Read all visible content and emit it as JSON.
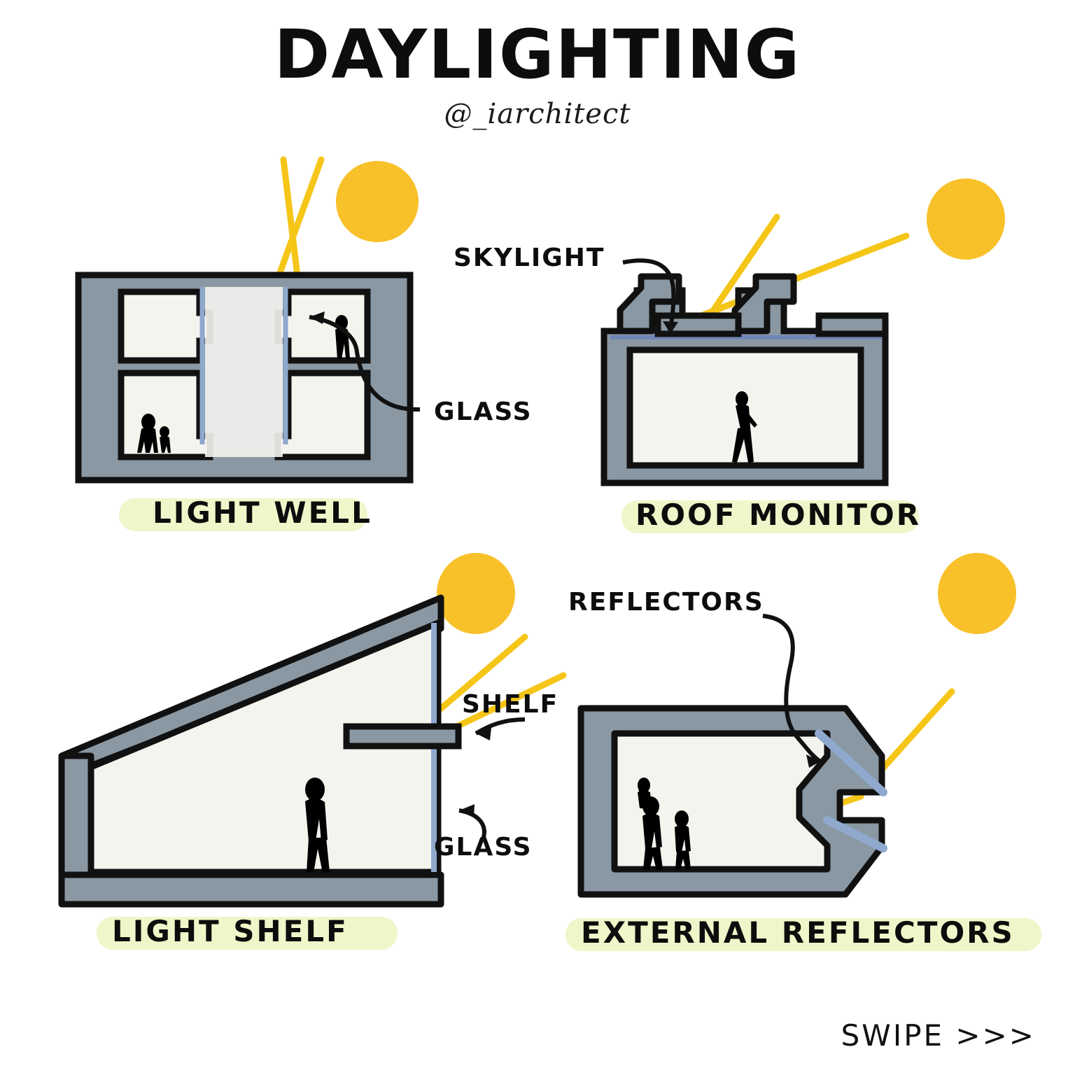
{
  "header": {
    "title": "DAYLIGHTING",
    "handle": "@_iarchitect"
  },
  "footer": {
    "swipe": "SWIPE >>>"
  },
  "colors": {
    "background": "#ffffff",
    "wall_fill": "#8a98a3",
    "wall_stroke": "#111111",
    "interior_fill": "#f4f4ef",
    "sun": "#f8c12a",
    "ray": "#f5c518",
    "glass": "#8fa8ce",
    "caption_highlight": "#f0f6c9",
    "ink": "#0d0d0d",
    "figure": "#000000"
  },
  "diagrams": [
    {
      "id": "light-well",
      "caption": "LIGHT WELL",
      "labels": [
        "GLASS"
      ],
      "sun": true,
      "rays": 2,
      "figures": [
        "adult-and-child",
        "standing-person"
      ]
    },
    {
      "id": "roof-monitor",
      "caption": "ROOF MONITOR",
      "labels": [
        "SKYLIGHT"
      ],
      "sun": true,
      "rays": 2,
      "figures": [
        "walking-person"
      ]
    },
    {
      "id": "light-shelf",
      "caption": "LIGHT SHELF",
      "labels": [
        "SHELF",
        "GLASS"
      ],
      "sun": true,
      "rays": 2,
      "figures": [
        "standing-person"
      ]
    },
    {
      "id": "external-reflectors",
      "caption": "EXTERNAL REFLECTORS",
      "labels": [
        "REFLECTORS"
      ],
      "sun": true,
      "rays": 1,
      "figures": [
        "adult-lifting-child",
        "child"
      ]
    }
  ]
}
